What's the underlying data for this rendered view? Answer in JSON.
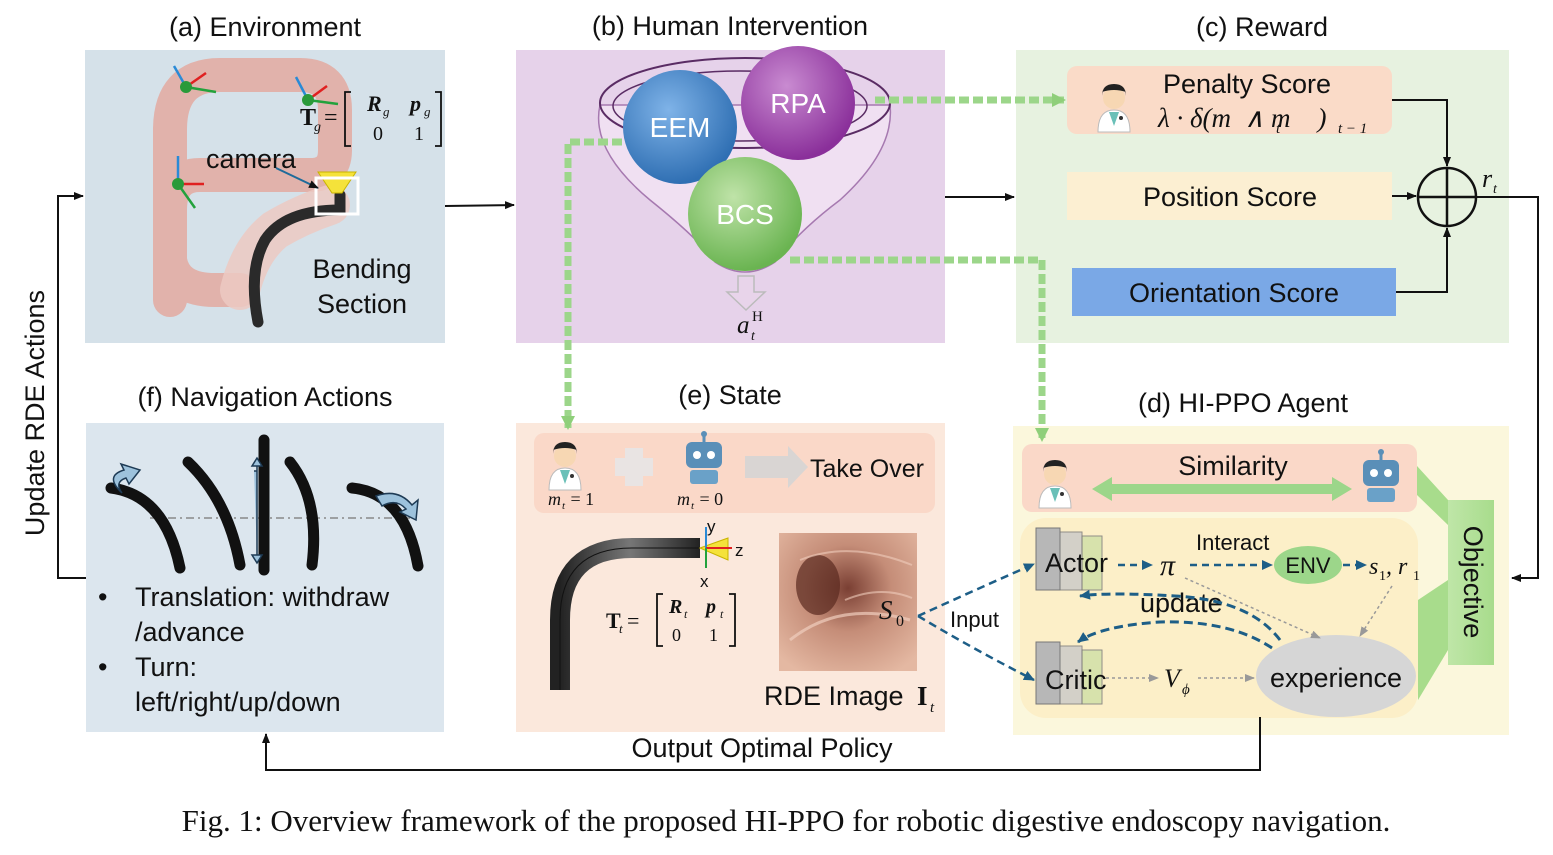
{
  "panels": {
    "environment": {
      "title": "(a) Environment",
      "camera_label": "camera",
      "bending_line1": "Bending",
      "bending_line2": "Section",
      "pose_symbol": "T",
      "pose_sub": "g",
      "matrix": {
        "r1c1": "R",
        "r1c1_sub": "g",
        "r1c2": "p",
        "r1c2_sub": "g",
        "r2c1": "0",
        "r2c2": "1"
      }
    },
    "human_intervention": {
      "title": "(b) Human Intervention",
      "circles": [
        "EEM",
        "RPA",
        "BCS"
      ],
      "output_symbol": "a",
      "output_sub": "t",
      "output_sup": "H"
    },
    "reward": {
      "title": "(c) Reward",
      "penalty_label": "Penalty Score",
      "penalty_formula": "λ · δ(m  ∧ m    )",
      "penalty_sub1": "t",
      "penalty_sub2": "t − 1",
      "position_label": "Position Score",
      "orientation_label": "Orientation Score",
      "reward_symbol": "r",
      "reward_sub": "t"
    },
    "agent": {
      "title": "(d) HI-PPO Agent",
      "similarity_label": "Similarity",
      "actor_label": "Actor",
      "critic_label": "Critic",
      "policy_symbol": "π",
      "interact_label": "Interact",
      "env_label": "ENV",
      "state_reward": "s",
      "state_reward_sub1": "1",
      "state_reward_mid": ", r",
      "state_reward_sub2": "1",
      "update_label": "update",
      "value_symbol": "V",
      "value_sub": "ϕ",
      "experience_label": "experience",
      "objective_label": "Objective"
    },
    "state": {
      "title": "(e) State",
      "human_flag": "m",
      "human_flag_sub": "t",
      "human_flag_val": " = 1",
      "robot_flag": "m",
      "robot_flag_sub": "t",
      "robot_flag_val": " = 0",
      "take_over_label": "Take Over",
      "axis_y": "y",
      "axis_z": "z",
      "axis_x": "x",
      "pose_symbol": "T",
      "pose_sub": "t",
      "matrix": {
        "r1c1": "R",
        "r1c1_sub": "t",
        "r1c2": "p",
        "r1c2_sub": "t",
        "r2c1": "0",
        "r2c2": "1"
      },
      "state_symbol": "S",
      "state_sub": "0",
      "image_label": "RDE Image",
      "image_symbol": "I",
      "image_sub": "t",
      "input_label": "Input"
    },
    "navigation": {
      "title": "(f) Navigation Actions",
      "bullet1_line1": "Translation: withdraw",
      "bullet1_line2": "/advance",
      "bullet2_line1": "Turn:",
      "bullet2_line2": "left/right/up/down"
    }
  },
  "flow": {
    "update_rde_actions": "Update RDE Actions",
    "output_optimal_policy": "Output Optimal Policy"
  },
  "caption": "Fig. 1: Overview framework of the proposed HI-PPO for robotic digestive endoscopy navigation.",
  "colors": {
    "env_bg": "#d5e1e9",
    "hi_bg": "#e6d2ea",
    "reward_bg": "#e7f2e0",
    "state_bg": "#fbe8dc",
    "agent_bg": "#fbf7dc",
    "nav_bg": "#dce6ee",
    "penalty_box": "#fadbc8",
    "position_box": "#fcefd2",
    "orientation_box": "#7aa8e6",
    "green_flow": "#9cd68a",
    "dashed_blue": "#1d5e87"
  }
}
